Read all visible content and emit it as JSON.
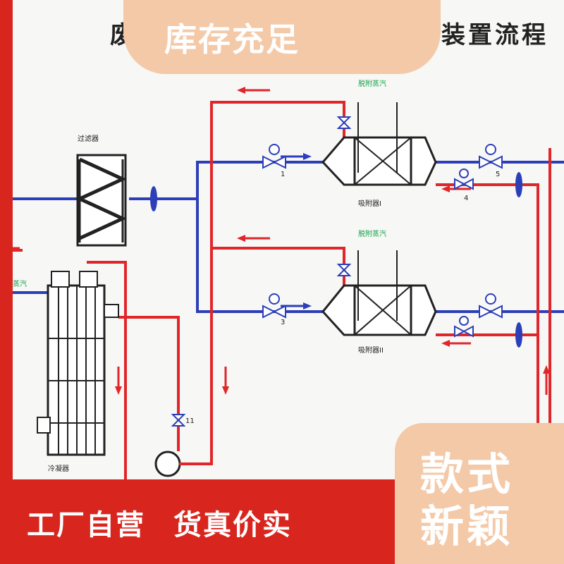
{
  "header": {
    "title_left": "废",
    "title_right": "装置流程",
    "badge_text": "库存充足"
  },
  "footer": {
    "slogan_part1": "工厂自营",
    "slogan_part2": "货真价实",
    "corner_line1": "款式",
    "corner_line2": "新颖"
  },
  "labels": {
    "filter": "过滤器",
    "adsorber1": "吸附器I",
    "adsorber2": "吸附器II",
    "desorb_gas1": "脱附蒸汽",
    "desorb_gas2": "脱附蒸汽",
    "steam": "蒸汽",
    "condenser": "冷凝器",
    "valve_11": "11",
    "valve_1": "1",
    "valve_3": "3",
    "valve_5": "5",
    "valve_4": "4"
  },
  "colors": {
    "steam_line": "#e0262a",
    "air_line": "#2c3fb8",
    "label_green": "#17a34a",
    "badge": "#f4c9a8",
    "banner": "#d8261f"
  }
}
